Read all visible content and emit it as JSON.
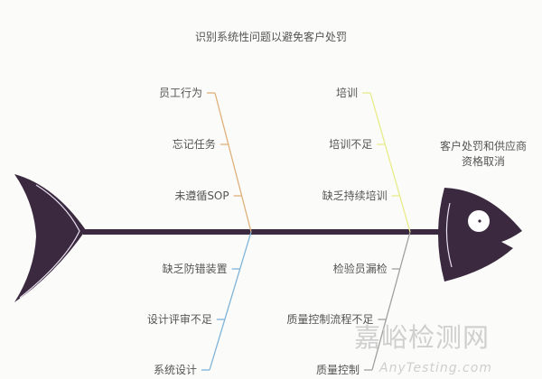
{
  "title": "识别系统性问题以避免客户处罚",
  "effect": {
    "line1": "客户处罚和供应商",
    "line2": "资格取消"
  },
  "categories": [
    {
      "name": "员工行为",
      "color": "#e0b07a",
      "causes": [
        "忘记任务",
        "未遵循SOP"
      ]
    },
    {
      "name": "培训",
      "color": "#e8ec8a",
      "causes": [
        "培训不足",
        "缺乏持续培训"
      ]
    },
    {
      "name": "系统设计",
      "color": "#7fb3d8",
      "causes": [
        "设计评审不足",
        "缺乏防错装置"
      ]
    },
    {
      "name": "质量控制",
      "color": "#a0a0a0",
      "causes": [
        "质量控制流程不足",
        "检验员漏检"
      ]
    }
  ],
  "fish_color": "#3b2a3f",
  "watermark": {
    "line1": "嘉峪检测网",
    "line2": "AnyTesting.com"
  }
}
